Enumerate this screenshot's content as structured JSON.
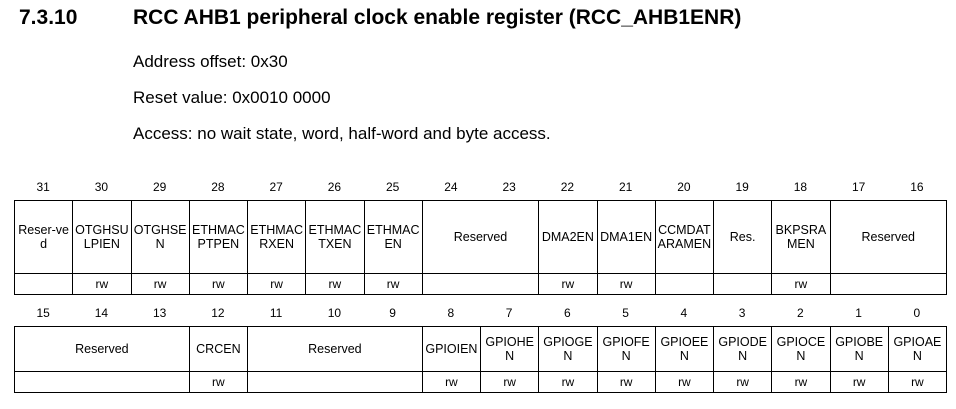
{
  "section": {
    "number": "7.3.10",
    "title": "RCC AHB1 peripheral clock enable register (RCC_AHB1ENR)"
  },
  "meta": [
    "Address offset: 0x30",
    "Reset value: 0x0010 0000",
    "Access: no wait state, word, half-word and byte access."
  ],
  "register_high": {
    "bit_numbers": [
      "31",
      "30",
      "29",
      "28",
      "27",
      "26",
      "25",
      "24",
      "23",
      "22",
      "21",
      "20",
      "19",
      "18",
      "17",
      "16"
    ],
    "fields": [
      {
        "name": "Reser-ved",
        "span": 1,
        "access": ""
      },
      {
        "name": "OTGHSULPIEN",
        "span": 1,
        "access": "rw"
      },
      {
        "name": "OTGHSEN",
        "span": 1,
        "access": "rw"
      },
      {
        "name": "ETHMACPTPEN",
        "span": 1,
        "access": "rw"
      },
      {
        "name": "ETHMACRXEN",
        "span": 1,
        "access": "rw"
      },
      {
        "name": "ETHMACTXEN",
        "span": 1,
        "access": "rw"
      },
      {
        "name": "ETHMACEN",
        "span": 1,
        "access": "rw"
      },
      {
        "name": "Reserved",
        "span": 2,
        "access": ""
      },
      {
        "name": "DMA2EN",
        "span": 1,
        "access": "rw"
      },
      {
        "name": "DMA1EN",
        "span": 1,
        "access": "rw"
      },
      {
        "name": "CCMDATARAMEN",
        "span": 1,
        "access": ""
      },
      {
        "name": "Res.",
        "span": 1,
        "access": ""
      },
      {
        "name": "BKPSRAMEN",
        "span": 1,
        "access": "rw"
      },
      {
        "name": "Reserved",
        "span": 2,
        "access": ""
      }
    ]
  },
  "register_low": {
    "bit_numbers": [
      "15",
      "14",
      "13",
      "12",
      "11",
      "10",
      "9",
      "8",
      "7",
      "6",
      "5",
      "4",
      "3",
      "2",
      "1",
      "0"
    ],
    "fields": [
      {
        "name": "Reserved",
        "span": 3,
        "access": ""
      },
      {
        "name": "CRCEN",
        "span": 1,
        "access": "rw"
      },
      {
        "name": "Reserved",
        "span": 3,
        "access": ""
      },
      {
        "name": "GPIOIEN",
        "span": 1,
        "access": "rw"
      },
      {
        "name": "GPIOHEN",
        "span": 1,
        "access": "rw"
      },
      {
        "name": "GPIOGEN",
        "span": 1,
        "access": "rw"
      },
      {
        "name": "GPIOFEN",
        "span": 1,
        "access": "rw"
      },
      {
        "name": "GPIOEEN",
        "span": 1,
        "access": "rw"
      },
      {
        "name": "GPIODEN",
        "span": 1,
        "access": "rw"
      },
      {
        "name": "GPIOCEN",
        "span": 1,
        "access": "rw"
      },
      {
        "name": "GPIOBEN",
        "span": 1,
        "access": "rw"
      },
      {
        "name": "GPIOAEN",
        "span": 1,
        "access": "rw"
      }
    ]
  }
}
